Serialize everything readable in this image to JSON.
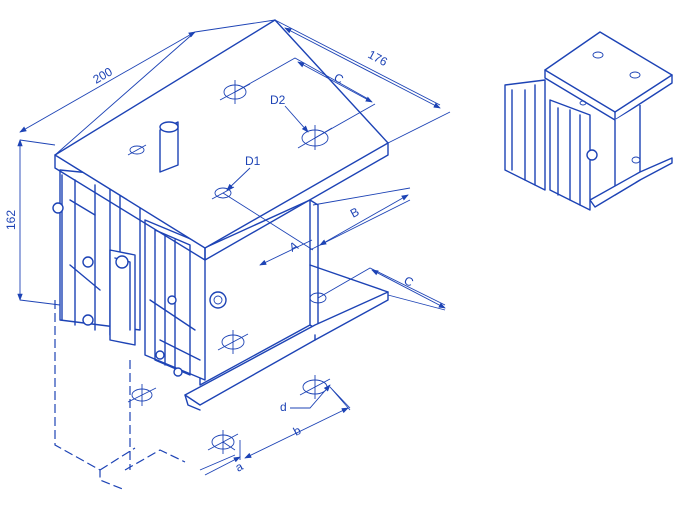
{
  "drawing": {
    "color": "#1d43b5",
    "dimensions": {
      "width": "200",
      "depth": "176",
      "height": "162",
      "top_c": "C",
      "top_hole_d2": "D2",
      "top_hole_d1": "D1",
      "b_upper": "B",
      "a_upper": "A",
      "c_lower": "C",
      "base_hole_d": "d",
      "base_b": "b",
      "base_a": "a"
    }
  }
}
